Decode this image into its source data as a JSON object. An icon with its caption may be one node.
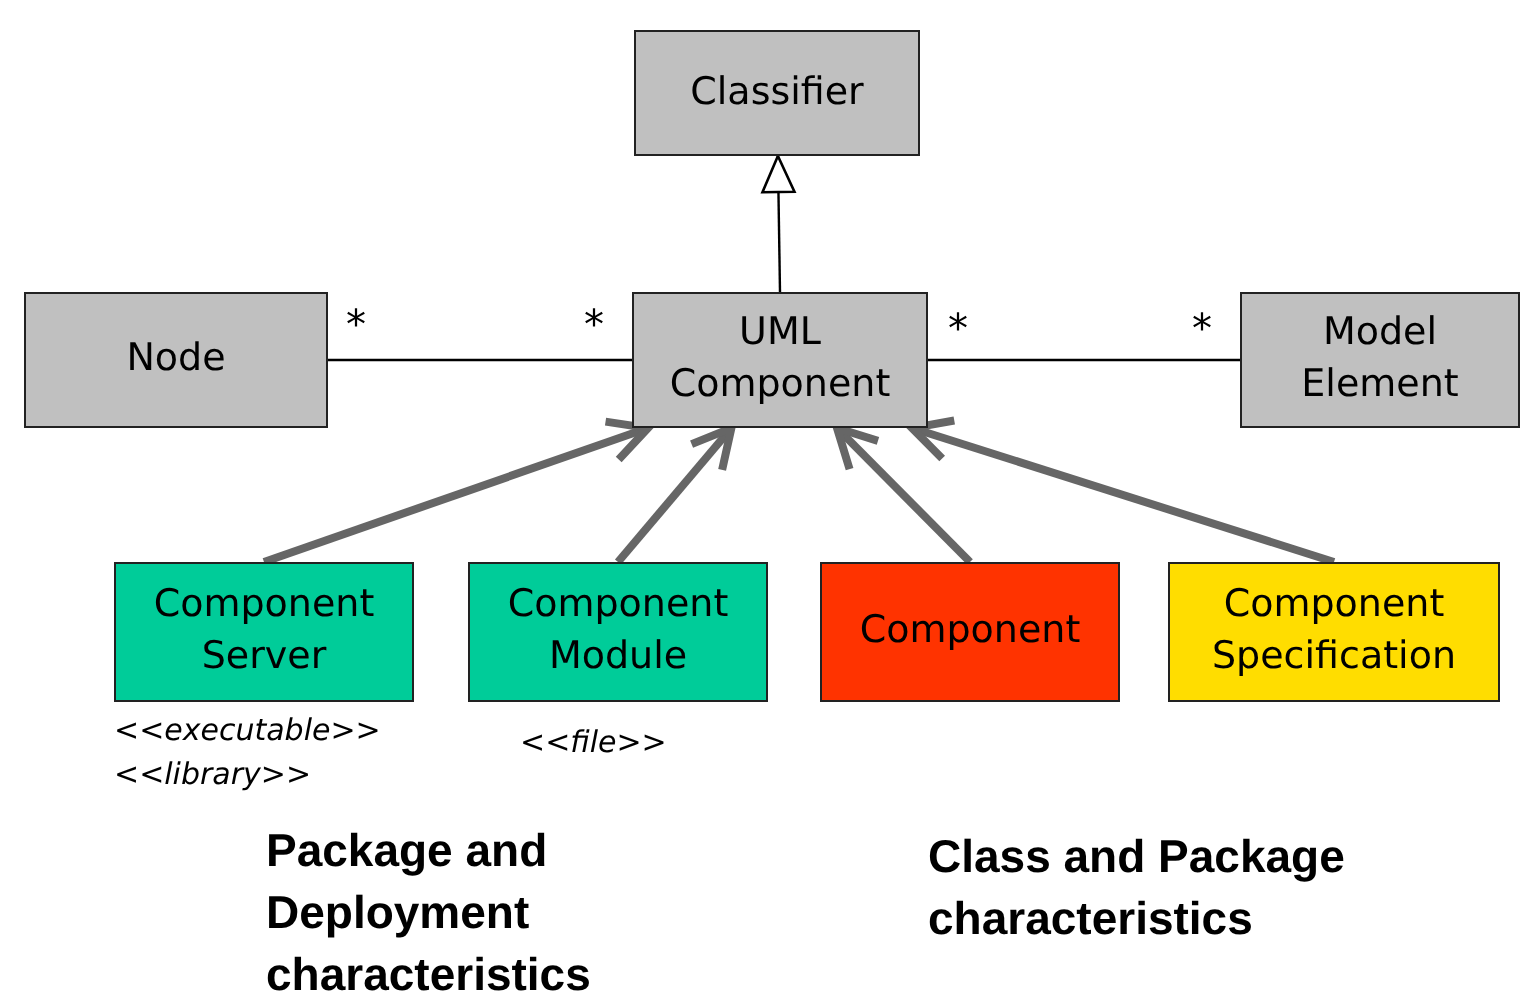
{
  "diagram": {
    "nodes": [
      {
        "text": [
          "Classifier"
        ]
      },
      {
        "text": [
          "Node"
        ]
      },
      {
        "text": [
          "UML Component"
        ]
      },
      {
        "text": [
          "Model Element"
        ]
      },
      {
        "text": [
          "Component Server"
        ],
        "beside": [
          "<<executable>>",
          "<<library>>"
        ]
      },
      {
        "text": [
          "Component Module"
        ],
        "beside": [
          "<<file>>"
        ]
      },
      {
        "text": [
          "Component"
        ]
      },
      {
        "text": [
          "Component Specification"
        ]
      }
    ],
    "edges": [
      {
        "from": 2,
        "to": 0,
        "arrow": "to",
        "color": "#000000"
      },
      {
        "from": 1,
        "to": 2,
        "arrow": "none",
        "color": "#000000"
      },
      {
        "from": 2,
        "to": 3,
        "arrow": "none",
        "color": "#000000"
      },
      {
        "from": 4,
        "to": 2,
        "arrow": "to"
      },
      {
        "from": 5,
        "to": 2,
        "arrow": "to"
      },
      {
        "from": 6,
        "to": 2,
        "arrow": "to"
      },
      {
        "from": 7,
        "to": 2,
        "arrow": "to"
      }
    ],
    "labels": [
      "*",
      "*",
      "*",
      "*",
      "Package and Deployment characteristics",
      "Class and Package characteristics"
    ]
  }
}
